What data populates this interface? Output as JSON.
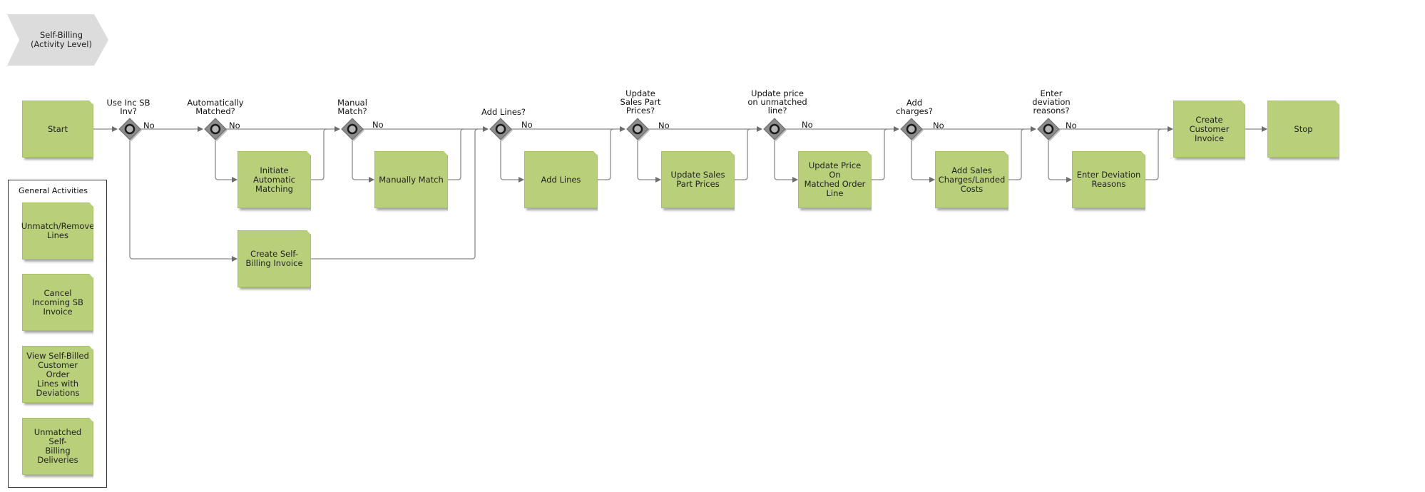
{
  "header": {
    "title": "Self-Billing\n(Activity Level)"
  },
  "general_activities": {
    "title": "General Activities",
    "items": [
      "Unmatch/Remove\nLines",
      "Cancel\nIncoming SB\nInvoice",
      "View Self-Billed\nCustomer Order\nLines with\nDeviations",
      "Unmatched Self-\nBilling Deliveries"
    ]
  },
  "activities": {
    "start": "Start",
    "initiate_auto_matching": "Initiate\nAutomatic\nMatching",
    "create_sb_invoice": "Create Self-\nBilling Invoice",
    "manually_match": "Manually Match",
    "add_lines": "Add Lines",
    "update_sales_part_prices": "Update Sales\nPart Prices",
    "update_price_matched": "Update Price On\nMatched Order\nLine",
    "add_sales_charges": "Add Sales\nCharges/Landed\nCosts",
    "enter_deviation_reasons": "Enter Deviation\nReasons",
    "create_customer_invoice": "Create\nCustomer\nInvoice",
    "stop": "Stop"
  },
  "decisions": {
    "use_inc_sb_inv": "Use Inc SB\nInv?",
    "auto_matched": "Automatically\nMatched?",
    "manual_match": "Manual\nMatch?",
    "add_lines_q": "Add Lines?",
    "update_sales_part_prices_q": "Update\nSales Part\nPrices?",
    "update_price_unmatched_q": "Update price\non unmatched\nline?",
    "add_charges_q": "Add\ncharges?",
    "enter_deviation_q": "Enter\ndeviation\nreasons?",
    "no_label": "No"
  }
}
